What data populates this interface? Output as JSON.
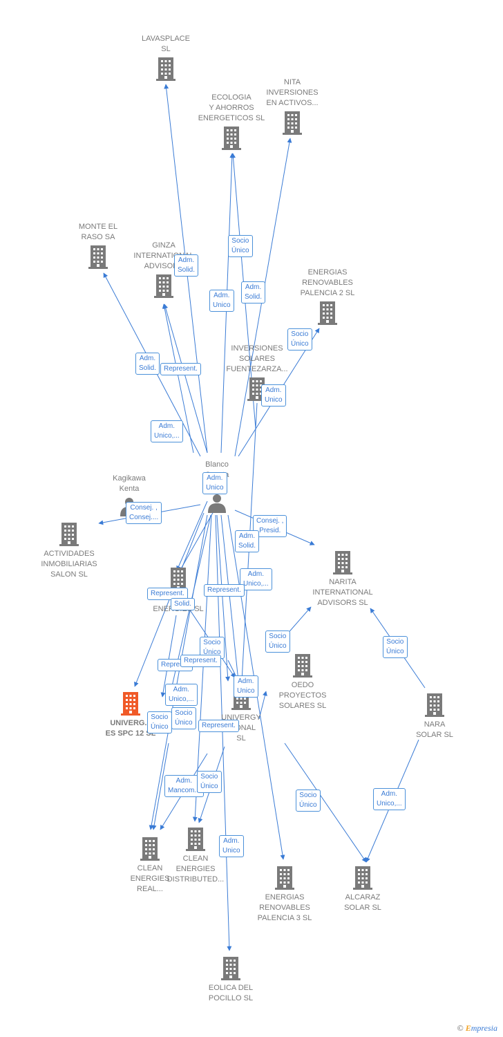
{
  "colors": {
    "edge": "#3a7bd5",
    "building": "#7a7a7a",
    "focus": "#f05a28",
    "person": "#7a7a7a"
  },
  "nodes": [
    {
      "id": "lavasplace",
      "lines": [
        "LAVASPLACE",
        "SL"
      ],
      "icon": "building-icon"
    },
    {
      "id": "nita",
      "lines": [
        "NITA",
        "INVERSIONES",
        "EN ACTIVOS..."
      ],
      "icon": "building-icon"
    },
    {
      "id": "ecologia",
      "lines": [
        "ECOLOGIA",
        "Y AHORROS",
        "ENERGETICOS SL"
      ],
      "icon": "building-icon"
    },
    {
      "id": "montel",
      "lines": [
        "MONTE EL",
        "RASO SA"
      ],
      "icon": "building-icon"
    },
    {
      "id": "ginza",
      "lines": [
        "GINZA",
        "INTERNATIONAL",
        "ADVISORS"
      ],
      "icon": "building-icon"
    },
    {
      "id": "palencia2",
      "lines": [
        "ENERGIAS",
        "RENOVABLES",
        "PALENCIA 2 SL"
      ],
      "icon": "building-icon"
    },
    {
      "id": "fuentezarza",
      "lines": [
        "INVERSIONES",
        "SOLARES",
        "FUENTEZARZA..."
      ],
      "icon": "building-icon"
    },
    {
      "id": "blanco",
      "lines": [
        "Blanco",
        "Cuesta",
        "Ig..."
      ],
      "icon": "person-icon"
    },
    {
      "id": "kagikawa",
      "lines": [
        "Kagikawa",
        "Kenta"
      ],
      "icon": "person-icon"
    },
    {
      "id": "actividades",
      "lines": [
        "ACTIVIDADES",
        "INMOBILIARIAS",
        "SALON SL"
      ],
      "icon": "building-icon"
    },
    {
      "id": "narita",
      "lines": [
        "NARITA",
        "INTERNATIONAL",
        "ADVISORS  SL"
      ],
      "icon": "building-icon"
    },
    {
      "id": "cleanenergies",
      "lines": [
        "C...",
        "ENERGIES SL"
      ],
      "icon": "building-icon"
    },
    {
      "id": "oedo",
      "lines": [
        "OEDO",
        "PROYECTOS",
        "SOLARES  SL"
      ],
      "icon": "building-icon"
    },
    {
      "id": "universpc",
      "lines": [
        "UNIVERG...",
        "ES SPC 12  SL"
      ],
      "icon": "building-icon",
      "focus": true
    },
    {
      "id": "univergy",
      "lines": [
        "UNIVERGY",
        "...IONAL",
        "SL"
      ],
      "icon": "building-icon"
    },
    {
      "id": "nara",
      "lines": [
        "NARA",
        "SOLAR  SL"
      ],
      "icon": "building-icon"
    },
    {
      "id": "cleanreal",
      "lines": [
        "CLEAN",
        "ENERGIES",
        "REAL..."
      ],
      "icon": "building-icon"
    },
    {
      "id": "cleandist",
      "lines": [
        "CLEAN",
        "ENERGIES",
        "DISTRIBUTED..."
      ],
      "icon": "building-icon"
    },
    {
      "id": "palencia3",
      "lines": [
        "ENERGIAS",
        "RENOVABLES",
        "PALENCIA 3 SL"
      ],
      "icon": "building-icon"
    },
    {
      "id": "alcaraz",
      "lines": [
        "ALCARAZ",
        "SOLAR SL"
      ],
      "icon": "building-icon"
    },
    {
      "id": "eolica",
      "lines": [
        "EOLICA DEL",
        "POCILLO SL"
      ],
      "icon": "building-icon"
    }
  ],
  "relations": [
    {
      "lines": [
        "Adm.",
        "Solid."
      ]
    },
    {
      "lines": [
        "Socio",
        "Único"
      ]
    },
    {
      "lines": [
        "Adm.",
        "Unico"
      ]
    },
    {
      "lines": [
        "Adm.",
        "Solid."
      ]
    },
    {
      "lines": [
        "Socio",
        "Único"
      ]
    },
    {
      "lines": [
        "Adm.",
        "Solid."
      ]
    },
    {
      "lines": [
        "Represent."
      ]
    },
    {
      "lines": [
        "Adm.",
        "Unico"
      ]
    },
    {
      "lines": [
        "Adm.",
        "Unico,..."
      ]
    },
    {
      "lines": [
        "Adm.",
        "Unico"
      ]
    },
    {
      "lines": [
        "Consej. ,",
        "Consej...."
      ]
    },
    {
      "lines": [
        "Consej. ,",
        "Presid."
      ]
    },
    {
      "lines": [
        "Adm.",
        "Solid."
      ]
    },
    {
      "lines": [
        "Adm.",
        "Unico,..."
      ]
    },
    {
      "lines": [
        "Represent."
      ]
    },
    {
      "lines": [
        "Represent."
      ]
    },
    {
      "lines": [
        "Solid."
      ]
    },
    {
      "lines": [
        "Socio",
        "Único"
      ]
    },
    {
      "lines": [
        "Socio",
        "Único"
      ]
    },
    {
      "lines": [
        "Socio",
        "Único"
      ]
    },
    {
      "lines": [
        "Repres..."
      ]
    },
    {
      "lines": [
        "Represent."
      ]
    },
    {
      "lines": [
        "Adm.",
        "Unico"
      ]
    },
    {
      "lines": [
        "Adm.",
        "Unico,..."
      ]
    },
    {
      "lines": [
        "Socio",
        "Único"
      ]
    },
    {
      "lines": [
        "Socio",
        "Único"
      ]
    },
    {
      "lines": [
        "Represent."
      ]
    },
    {
      "lines": [
        "Adm.",
        "Mancom..."
      ]
    },
    {
      "lines": [
        "Socio",
        "Único"
      ]
    },
    {
      "lines": [
        "Socio",
        "Único"
      ]
    },
    {
      "lines": [
        "Adm.",
        "Unico,..."
      ]
    },
    {
      "lines": [
        "Adm.",
        "Unico"
      ]
    }
  ],
  "footer": {
    "copyright": "©",
    "brand_e": "E",
    "brand_rest": "mpresia"
  }
}
